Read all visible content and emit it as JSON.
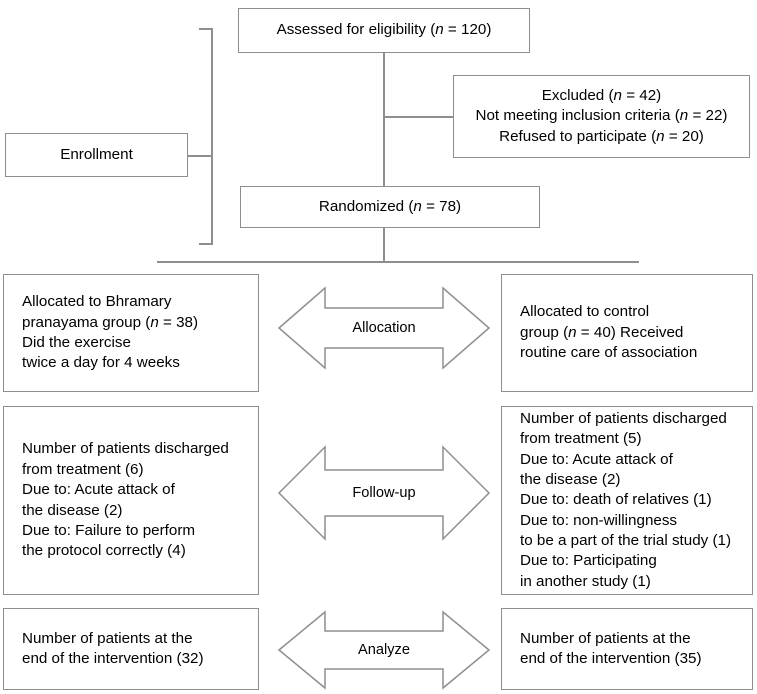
{
  "diagram": {
    "title": "CONSORT participant flow diagram",
    "colors": {
      "border": "#8e8e8e",
      "background": "#ffffff",
      "text": "#000000"
    }
  },
  "enrollment": {
    "stage_label": "Enrollment",
    "assessed": "Assessed for eligibility (n = 120)",
    "excluded": "Excluded (n = 42)\nNot meeting inclusion criteria (n = 22)\nRefused to participate (n = 20)",
    "randomized": "Randomized (n = 78)"
  },
  "allocation": {
    "stage_label": "Allocation",
    "left": "Allocated to Bhramary\npranayama group (n = 38)\nDid the exercise\ntwice a day for 4 weeks",
    "right": "Allocated to control\ngroup (n = 40) Received\nroutine care of association"
  },
  "followup": {
    "stage_label": "Follow-up",
    "left": "Number of patients discharged\nfrom treatment (6)\nDue to: Acute attack of\nthe disease (2)\nDue to: Failure to perform\nthe protocol correctly (4)",
    "right": "Number of patients discharged\nfrom treatment (5)\nDue to: Acute attack of\nthe disease (2)\nDue to: death of relatives (1)\nDue to: non-willingness\nto be a part of the trial study (1)\nDue to: Participating\nin another study (1)"
  },
  "analyze": {
    "stage_label": "Analyze",
    "left": "Number of patients at the\nend of the intervention (32)",
    "right": "Number of patients at the\nend of the intervention (35)"
  }
}
